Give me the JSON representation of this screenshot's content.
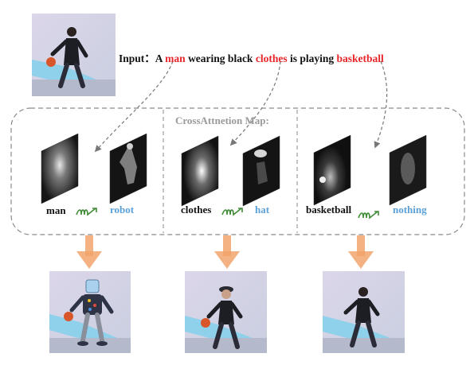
{
  "input": {
    "prefix": "Input：",
    "segments": [
      {
        "text": "A ",
        "highlight": false
      },
      {
        "text": "man",
        "highlight": true
      },
      {
        "text": " wearing black ",
        "highlight": false
      },
      {
        "text": "clothes",
        "highlight": true
      },
      {
        "text": " is playing ",
        "highlight": false
      },
      {
        "text": "basketball",
        "highlight": true
      }
    ]
  },
  "map_title": "CrossAttnetion Map:",
  "panels": [
    {
      "source": "man",
      "target": "robot"
    },
    {
      "source": "clothes",
      "target": "hat"
    },
    {
      "source": "basketball",
      "target": "nothing"
    }
  ],
  "colors": {
    "highlight": "#e8262a",
    "target_text": "#5aa0d8",
    "swap_arrow": "#3f8a36",
    "down_arrow": "#f2a36b",
    "dashed_border": "#8a8a8a"
  },
  "icons": [
    "squiggle-arrow-icon",
    "down-arrow-icon",
    "dashed-arrow-icon"
  ]
}
